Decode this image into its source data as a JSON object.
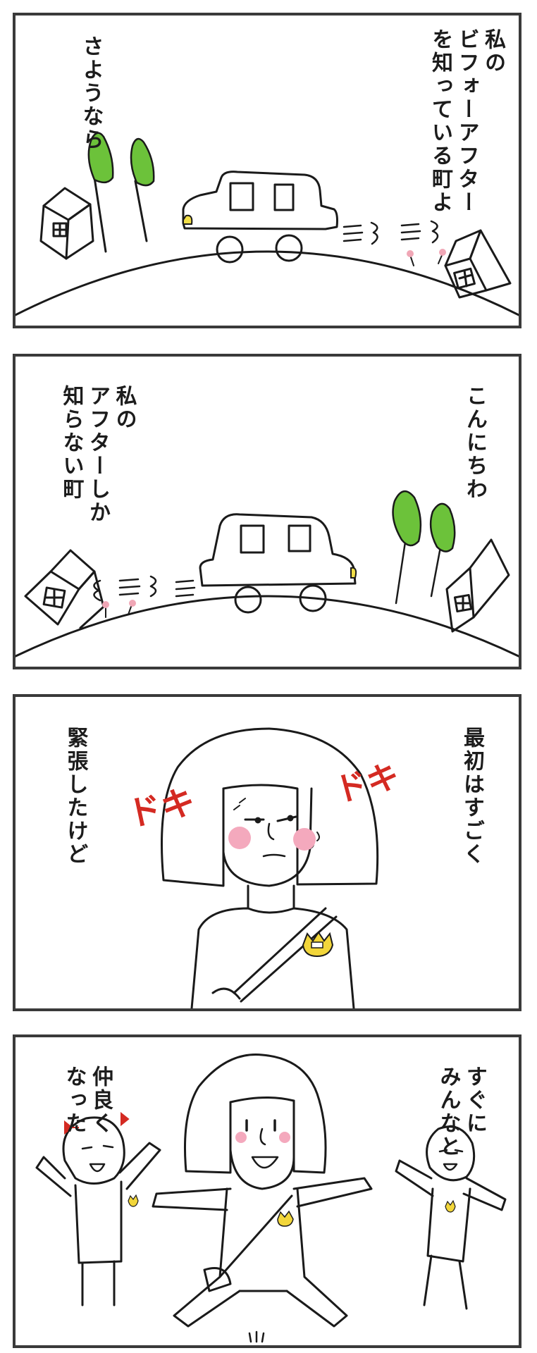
{
  "colors": {
    "frame": "#3a3a3a",
    "line": "#1a1a1a",
    "tree": "#6cc23a",
    "headlight": "#f2df48",
    "blush": "#f4a9bd",
    "badge": "#f2d63a",
    "sfx": "#d42a22",
    "flower": "#f0a7b6"
  },
  "panels": [
    {
      "id": "panel-1",
      "lines_right": "私の\nビフォーアフター\nを知っている町よ",
      "lines_left": "さようなら"
    },
    {
      "id": "panel-2",
      "lines_right": "こんにちわ",
      "lines_left": "私の\nアフターしか\n知らない町"
    },
    {
      "id": "panel-3",
      "lines_right": "最初はすごく",
      "lines_left": "緊張したけど",
      "sfx_right": "ドキ",
      "sfx_left": "ドキ"
    },
    {
      "id": "panel-4",
      "lines_right": "すぐに\nみんなと",
      "lines_left": "仲良く\nなった"
    }
  ]
}
